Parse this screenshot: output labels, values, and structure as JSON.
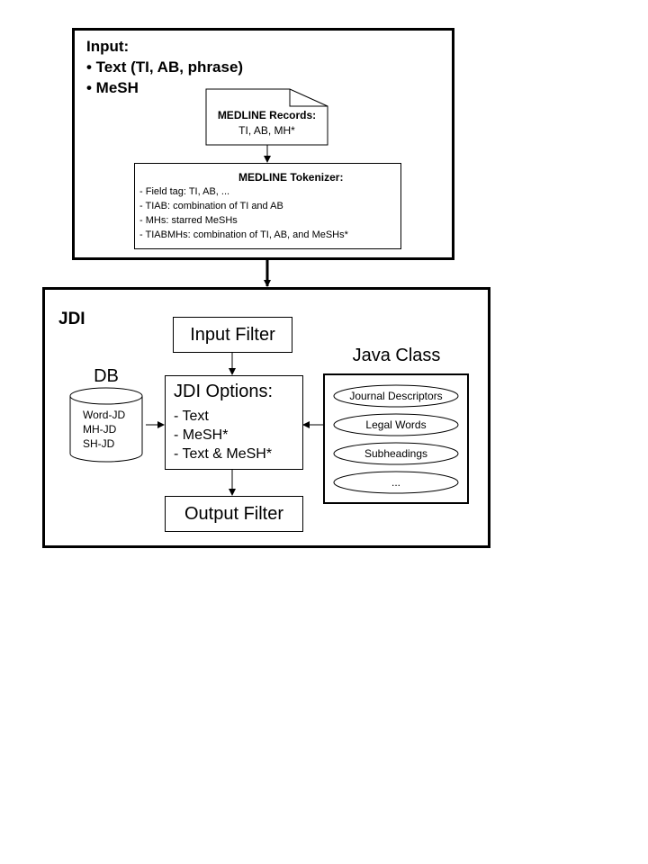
{
  "input_panel": {
    "heading": "Input:",
    "bullets": [
      "• Text (TI, AB, phrase)",
      "• MeSH"
    ]
  },
  "medline_records": {
    "title": "MEDLINE Records:",
    "fields": "TI, AB, MH*"
  },
  "tokenizer": {
    "title": "MEDLINE Tokenizer:",
    "lines": [
      "- Field tag: TI, AB, ...",
      "- TIAB: combination of TI and AB",
      "- MHs: starred MeSHs",
      "- TIABMHs: combination of TI, AB, and MeSHs*"
    ]
  },
  "jdi_panel": {
    "title": "JDI"
  },
  "input_filter": {
    "label": "Input Filter"
  },
  "output_filter": {
    "label": "Output Filter"
  },
  "jdi_options": {
    "title": "JDI Options:",
    "options": [
      "- Text",
      "- MeSH*",
      "- Text & MeSH*"
    ]
  },
  "db": {
    "label": "DB",
    "items": [
      "Word-JD",
      "MH-JD",
      "SH-JD"
    ]
  },
  "java_class": {
    "title": "Java Class",
    "items": [
      "Journal Descriptors",
      "Legal Words",
      "Subheadings",
      "..."
    ]
  }
}
